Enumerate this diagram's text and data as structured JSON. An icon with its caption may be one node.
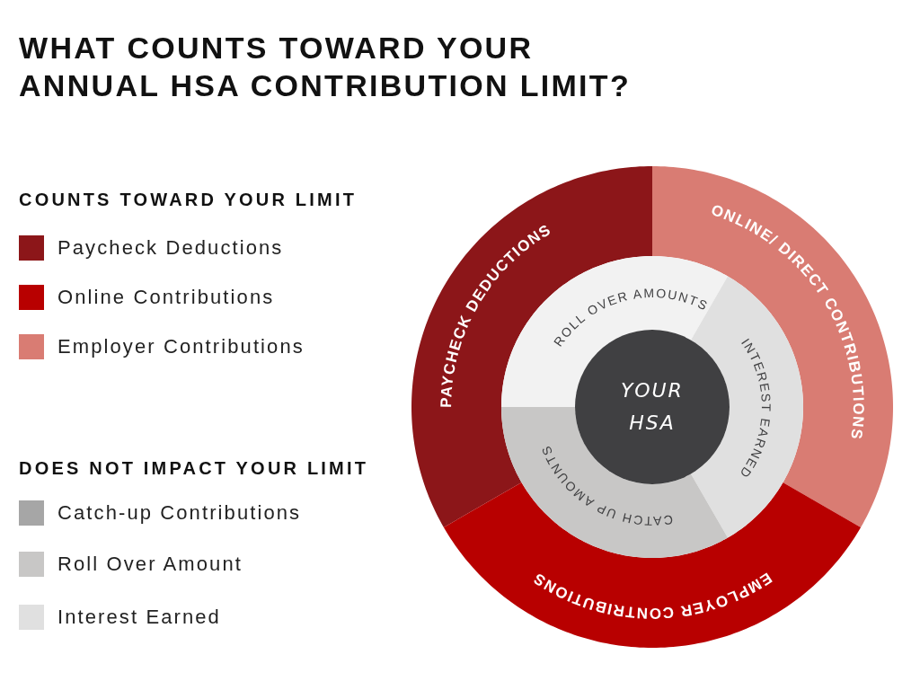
{
  "diagram": {
    "title": "WHAT COUNTS TOWARD YOUR ANNUAL HSA CONTRIBUTION LIMIT?",
    "nodes": [
      {
        "text": [
          "PAYCHECK DEDUCTIONS"
        ]
      },
      {
        "text": [
          "ONLINE/ DIRECT CONTRIBUTIONS"
        ]
      },
      {
        "text": [
          "EMPLOYER CONTRIBUTIONS"
        ]
      },
      {
        "text": [
          "ROLL OVER AMOUNTS"
        ]
      },
      {
        "text": [
          "INTEREST EARNED"
        ]
      },
      {
        "text": [
          "CATCH UP AMOUNTS"
        ]
      },
      {
        "text": [
          "YOUR HSA"
        ]
      }
    ],
    "labels": [
      "COUNTS TOWARD YOUR LIMIT",
      "DOES NOT IMPACT YOUR LIMIT"
    ],
    "legend": [
      {
        "text": "Paycheck Deductions",
        "color": "#8c1619"
      },
      {
        "text": "Online Contributions",
        "color": "#b80000"
      },
      {
        "text": "Employer Contributions",
        "color": "#d97c73"
      },
      {
        "text": "Catch-up Contributions",
        "color": "#a6a6a6"
      },
      {
        "text": "Roll Over Amount",
        "color": "#c8c7c6"
      },
      {
        "text": "Interest Earned",
        "color": "#e0e0e0"
      }
    ]
  }
}
